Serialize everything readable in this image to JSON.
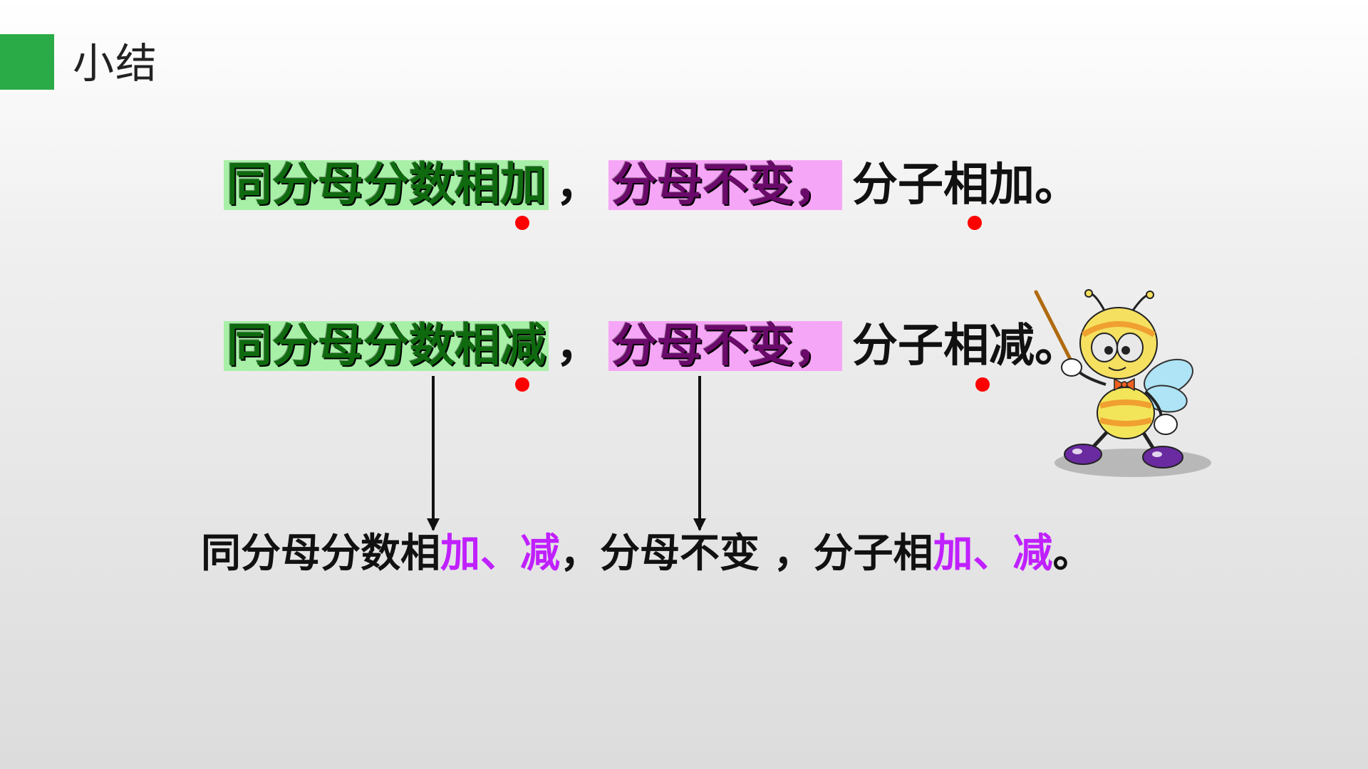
{
  "title": "小结",
  "line1": {
    "green": "同分母分数相加",
    "comma": "，",
    "pink": "分母不变，",
    "plain": "分子相加。"
  },
  "line2": {
    "green": "同分母分数相减",
    "comma": "，",
    "pink": "分母不变，",
    "plain": "分子相减。"
  },
  "summary": {
    "part1": "同分母分数相",
    "purple1": "加、减",
    "part2": "，分母不变 ，分子相",
    "purple2": "加、减",
    "end": "。"
  },
  "colors": {
    "title_block": "#2bab48",
    "green_highlight": "#a8f0a8",
    "pink_highlight": "#f6a6f6",
    "emphasis_dot": "#ff0000",
    "purple_text": "#c020ff"
  },
  "icons": {
    "title_marker": "green-square",
    "mascot": "bee-cartoon-with-pointer"
  }
}
